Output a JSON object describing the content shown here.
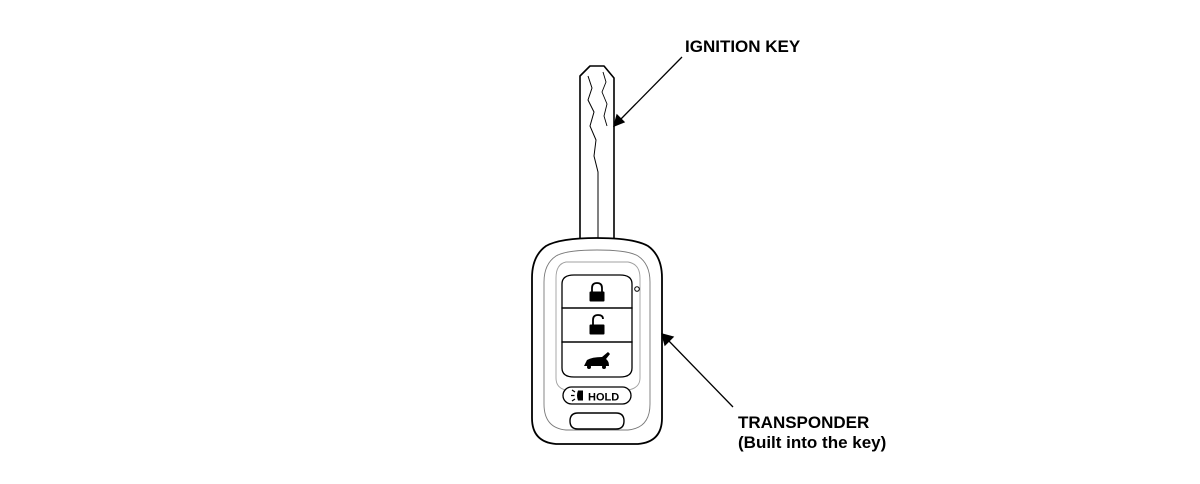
{
  "callouts": {
    "ignition_key": "IGNITION KEY",
    "transponder_line1": "TRANSPONDER",
    "transponder_line2": "(Built into the key)"
  },
  "key": {
    "hold_label": "HOLD",
    "buttons": [
      "lock-icon",
      "unlock-icon",
      "tailgate-icon"
    ]
  },
  "colors": {
    "ink": "#000000",
    "button_outline": "#8a8a8a",
    "background": "#ffffff"
  }
}
